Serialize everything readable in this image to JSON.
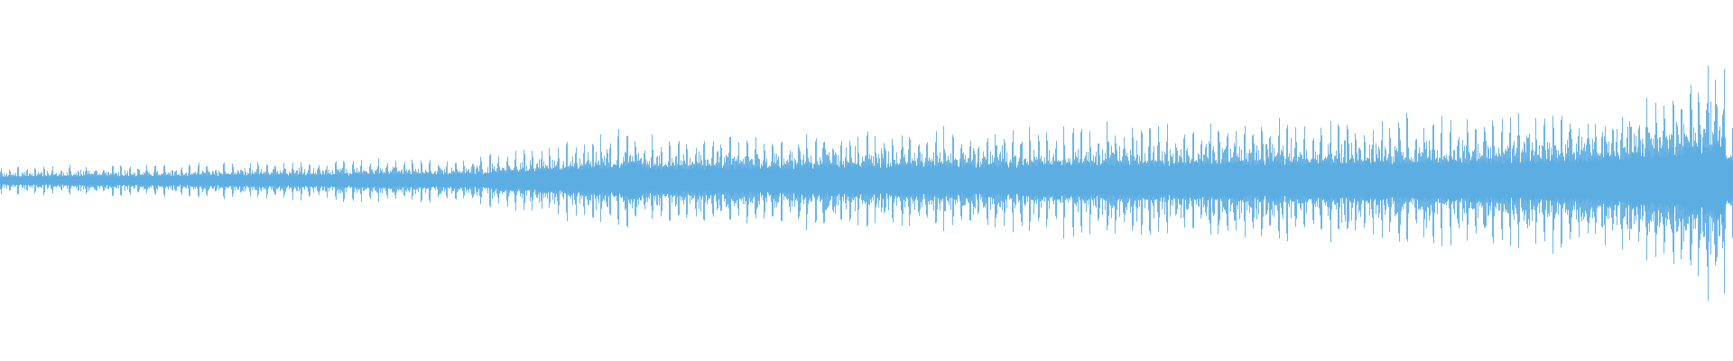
{
  "waveform": {
    "color": "#5dade2",
    "background": "#ffffff",
    "channels": 1,
    "envelope": {
      "comment_free_keys_only": true,
      "stage_1_peak_amplitude": 0.06,
      "stage_2_peak_amplitude": 0.1,
      "stage_3_peak_amplitude": 0.22,
      "stage_4_peak_amplitude": 0.3,
      "final_peak_amplitude": 0.55
    }
  }
}
